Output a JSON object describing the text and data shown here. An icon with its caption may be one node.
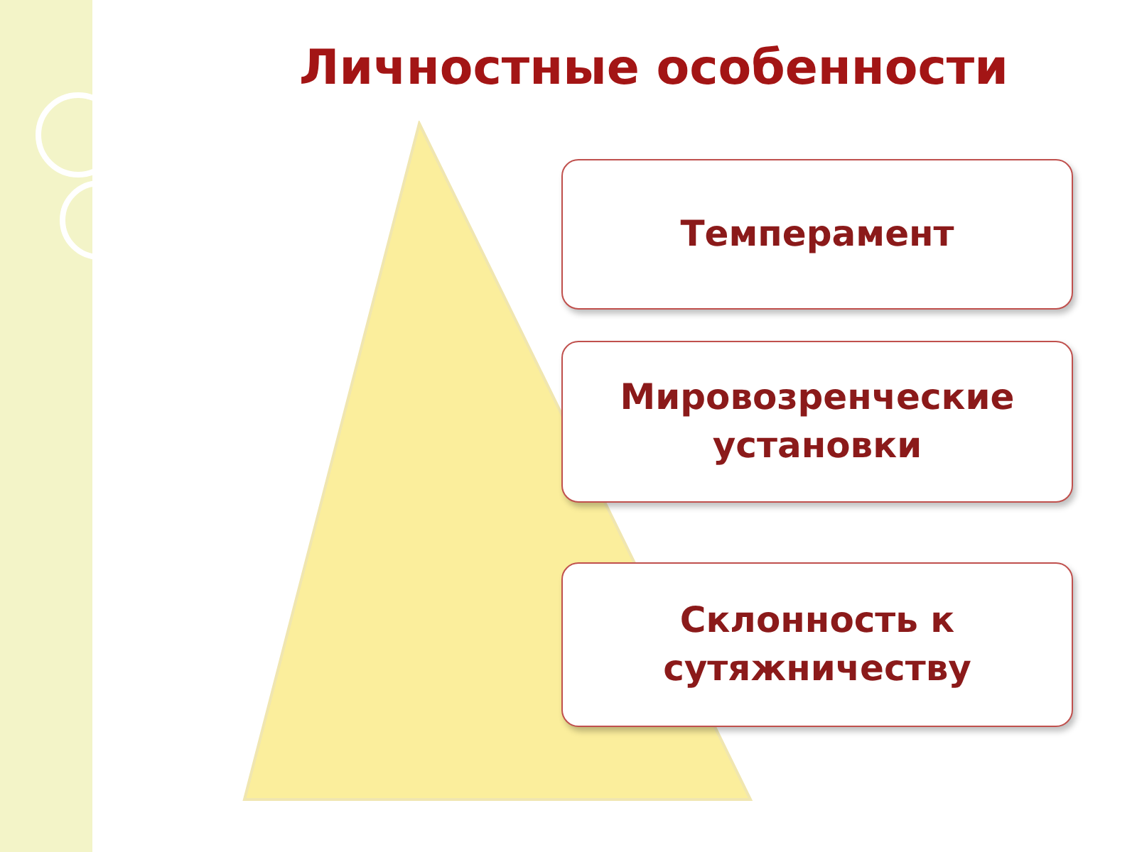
{
  "diagram": {
    "title": "Личностные особенности",
    "nodes": [
      {
        "text": [],
        "shape": "triangle"
      },
      {
        "text": [
          "Темперамент"
        ]
      },
      {
        "text": [
          "Мировозренческие установки"
        ]
      },
      {
        "text": [
          "Склонность к сутяжничеству"
        ]
      }
    ],
    "edges": []
  }
}
